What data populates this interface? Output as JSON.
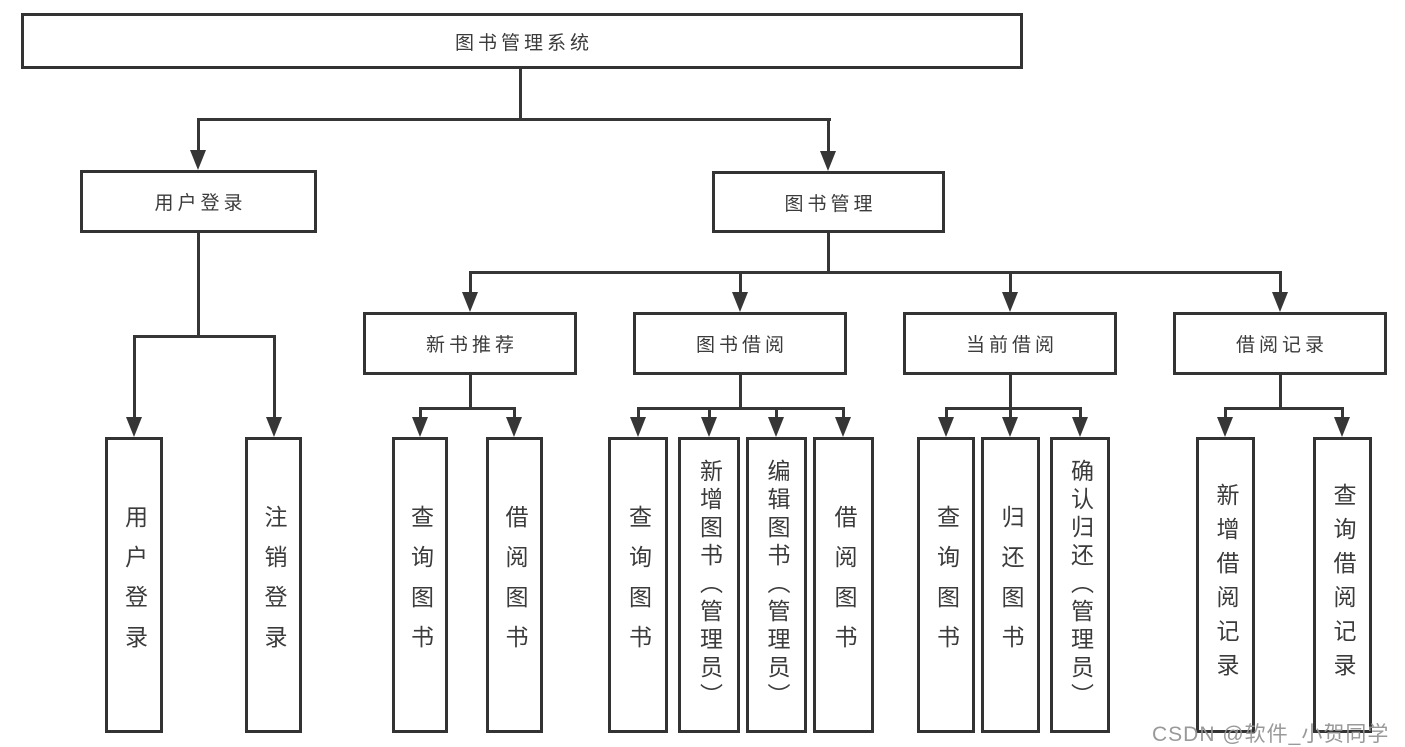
{
  "diagram": {
    "title": "图书管理系统",
    "root": {
      "label": "图书管理系统"
    },
    "level2": [
      {
        "label": "用户登录"
      },
      {
        "label": "图书管理"
      }
    ],
    "level3": [
      {
        "label": "新书推荐"
      },
      {
        "label": "图书借阅"
      },
      {
        "label": "当前借阅"
      },
      {
        "label": "借阅记录"
      }
    ],
    "leaves": {
      "user_login": [
        {
          "label": "用户登录"
        },
        {
          "label": "注销登录"
        }
      ],
      "new_books": [
        {
          "label": "查询图书"
        },
        {
          "label": "借阅图书"
        }
      ],
      "book_borrow": [
        {
          "label": "查询图书"
        },
        {
          "label": "新增图书（管理员）"
        },
        {
          "label": "编辑图书（管理员）"
        },
        {
          "label": "借阅图书"
        }
      ],
      "current_borrow": [
        {
          "label": "查询图书"
        },
        {
          "label": "归还图书"
        },
        {
          "label": "确认归还（管理员）"
        }
      ],
      "borrow_records": [
        {
          "label": "新增借阅记录"
        },
        {
          "label": "查询借阅记录"
        }
      ]
    },
    "colors": {
      "line": "#363636",
      "border": "#333333",
      "text": "#3b3b3b",
      "watermark": "#949494"
    },
    "watermark": "CSDN @软件_小贺同学"
  }
}
